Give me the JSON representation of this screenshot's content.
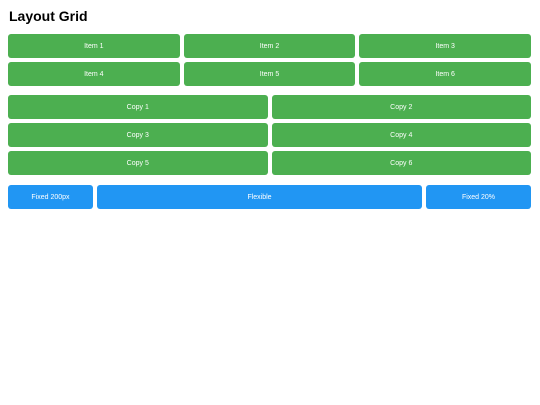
{
  "page": {
    "title": "Layout Grid"
  },
  "colors": {
    "green": "#4caf50",
    "blue": "#2196f3"
  },
  "grid_three": {
    "items": [
      "Item 1",
      "Item 2",
      "Item 3",
      "Item 4",
      "Item 5",
      "Item 6"
    ]
  },
  "grid_two": {
    "items": [
      "Copy 1",
      "Copy 2",
      "Copy 3",
      "Copy 4",
      "Copy 5",
      "Copy 6"
    ]
  },
  "fixed_row": {
    "left_label": "Fixed 200px",
    "middle_label": "Flexible",
    "right_label": "Fixed 20%"
  }
}
